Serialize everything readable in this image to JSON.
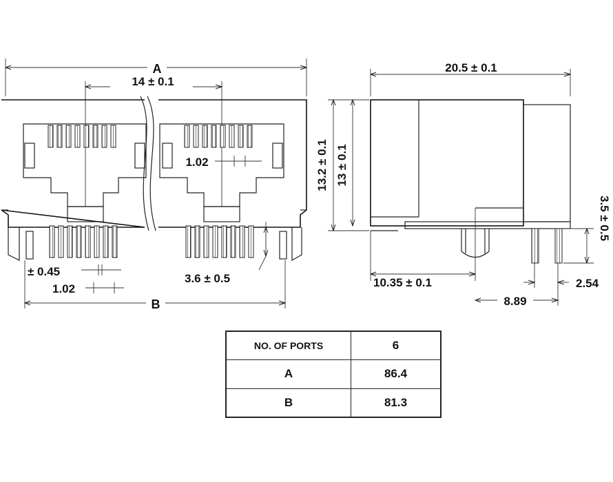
{
  "front_view": {
    "dim_overall_label": "A",
    "dim_port_pitch": "14 ± 0.1",
    "dim_pin_pitch": "1.02",
    "dim_pin_width": "± 0.45",
    "dim_pin_pitch_bottom": "1.02",
    "dim_pin_length": "3.6 ± 0.5",
    "dim_bottom_label": "B"
  },
  "side_view": {
    "dim_depth": "20.5 ± 0.1",
    "dim_total_height": "13.2 ± 0.1",
    "dim_body_height": "13 ± 0.1",
    "dim_pin_protrusion": "3.5 ± 0.5",
    "dim_front_offset": "10.35 ± 0.1",
    "dim_post_to_pin": "8.89",
    "dim_pin_spacing": "2.54"
  },
  "table": {
    "header_label": "NO. OF  PORTS",
    "header_value": "6",
    "rows": [
      {
        "label": "A",
        "value": "86.4"
      },
      {
        "label": "B",
        "value": "81.3"
      }
    ]
  }
}
